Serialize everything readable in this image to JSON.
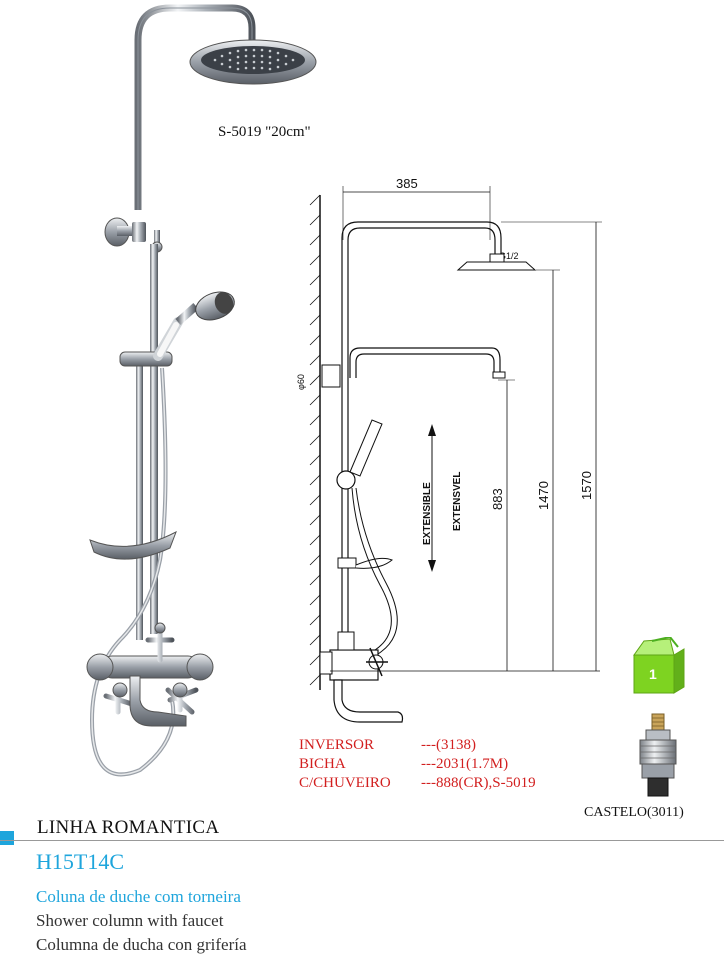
{
  "head_caption": "S-5019  \"20cm\"",
  "drawing": {
    "dim_width": "385",
    "thread": "G1/2",
    "diameter": "φ60",
    "ext1": "EXTENSIBLE",
    "ext2": "EXTENSVEL",
    "dim_883": "883",
    "dim_1470": "1470",
    "dim_1570": "1570"
  },
  "specs": [
    {
      "label": "INVERSOR",
      "value": "---(3138)"
    },
    {
      "label": "BICHA",
      "value": "---2031(1.7M)"
    },
    {
      "label": "C/CHUVEIRO",
      "value": "---888(CR),S-5019"
    }
  ],
  "box_number": "1",
  "cartridge_label": "CASTELO(3011)",
  "line_name": "LINHA ROMANTICA",
  "product_code": "H15T14C",
  "desc_pt": "Coluna de duche com torneira",
  "desc_en": "Shower column with faucet",
  "desc_es": "Columna de ducha con grifería",
  "colors": {
    "accent": "#1ea5dc",
    "spec_red": "#d21f1f",
    "box_green": "#7ed321"
  }
}
